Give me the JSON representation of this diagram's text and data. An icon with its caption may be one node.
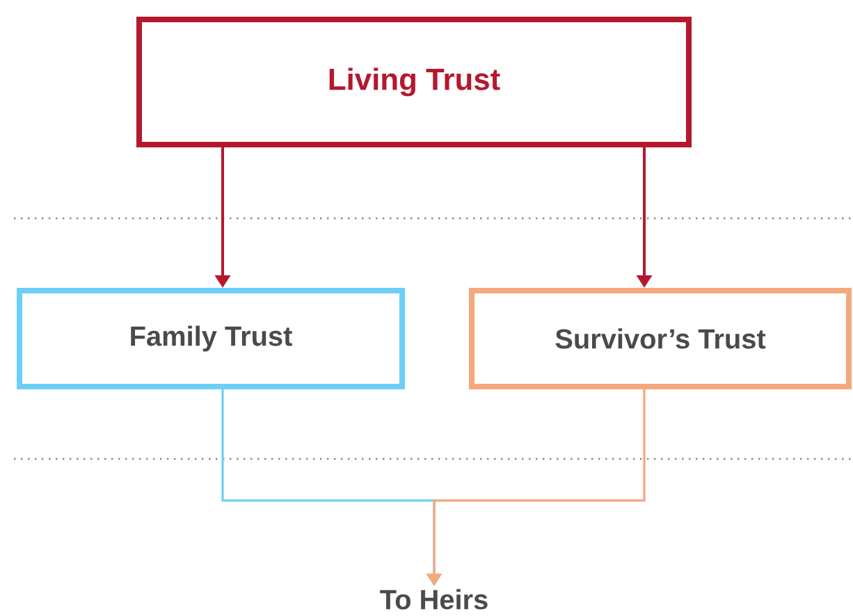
{
  "diagram": {
    "nodes": [
      {
        "text": [
          "Living Trust"
        ]
      },
      {
        "text": [
          "Family Trust"
        ]
      },
      {
        "text": [
          "Survivor’s Trust"
        ]
      },
      {
        "text": [
          "To Heirs"
        ]
      }
    ],
    "edges": [
      {
        "from": 0,
        "to": 1,
        "arrow": "to",
        "color": "#b5182d"
      },
      {
        "from": 0,
        "to": 2,
        "arrow": "to",
        "color": "#b5182d"
      },
      {
        "from": 1,
        "to": 3,
        "arrow": "to",
        "color": "#6ccff6"
      },
      {
        "from": 2,
        "to": 3,
        "arrow": "to",
        "color": "#f4a87c"
      }
    ]
  }
}
